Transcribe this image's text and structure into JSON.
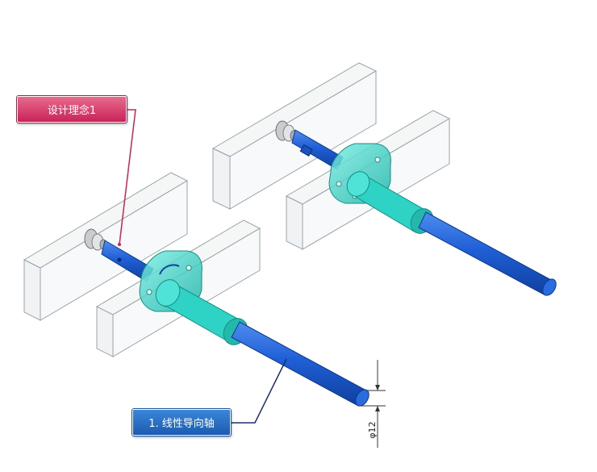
{
  "callouts": {
    "design_concept": "设计理念1",
    "linear_shaft": "1. 线性导向轴"
  },
  "dimension": {
    "diameter_label": "φ12"
  },
  "colors": {
    "shaft": "#1f5fd6",
    "flange": "#2fd3c6",
    "plate_stroke": "#9aa4a8",
    "concept_callout": "#d2336a",
    "shaft_callout": "#1a5bb0"
  }
}
